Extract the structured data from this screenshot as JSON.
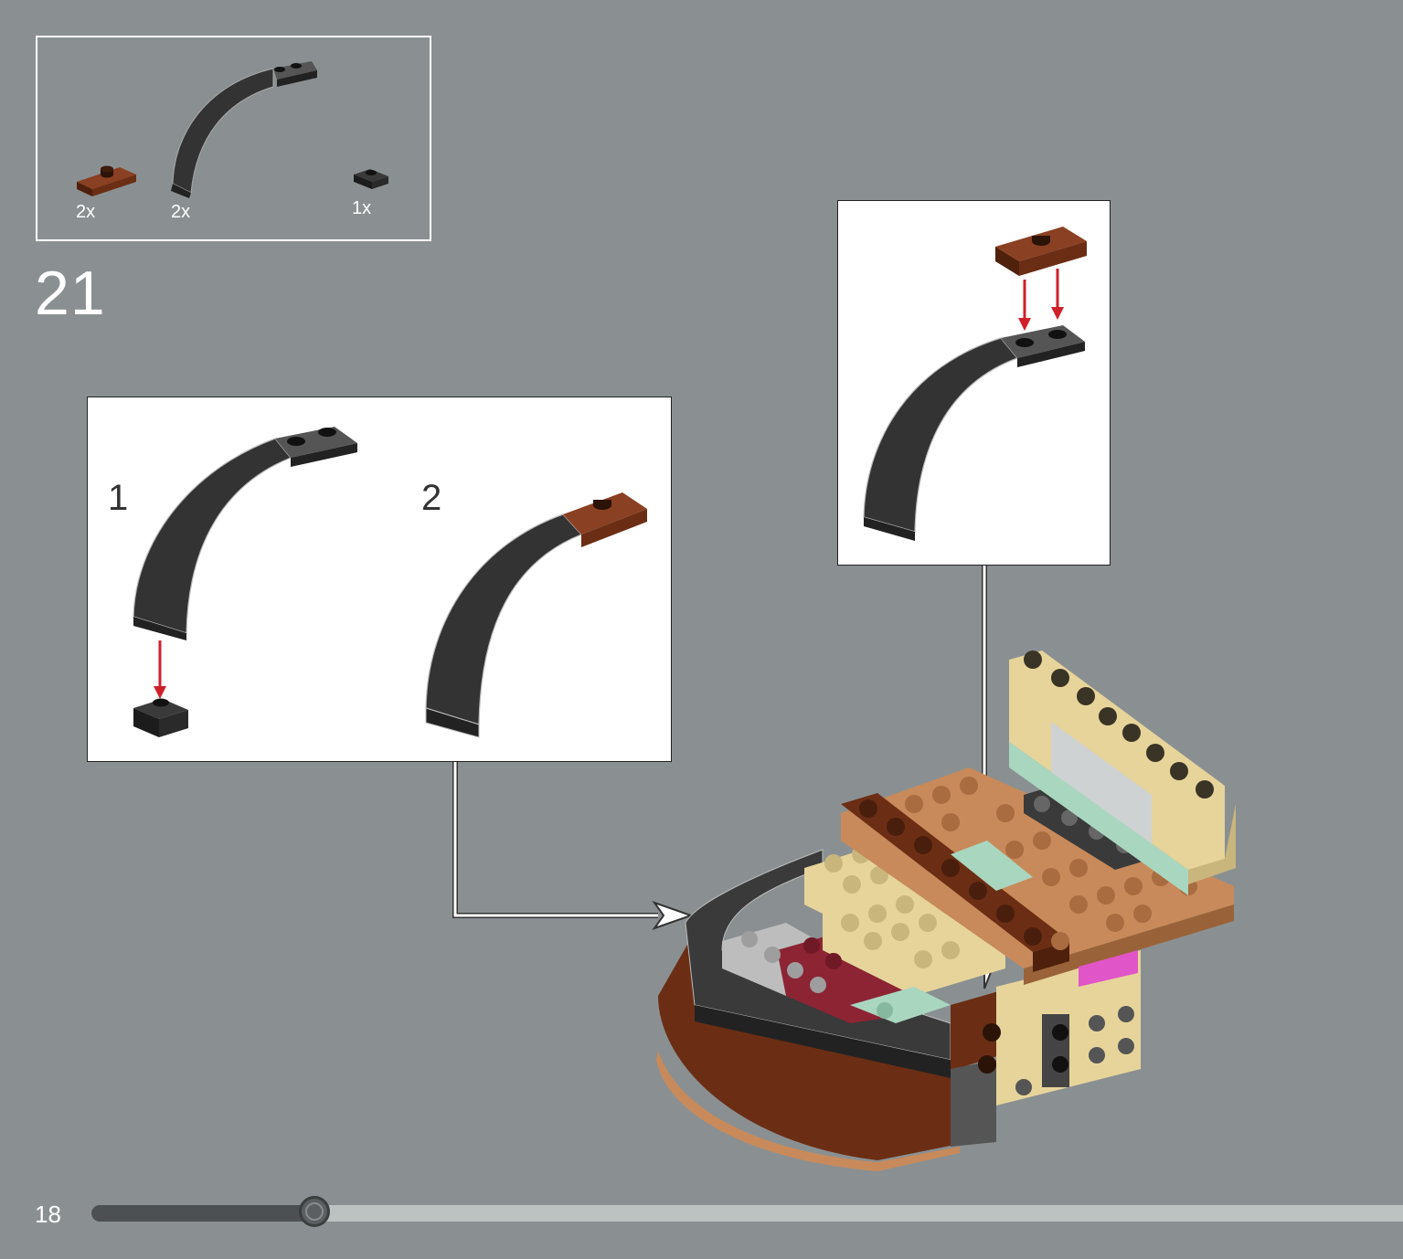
{
  "parts_list": {
    "items": [
      {
        "name": "brown-plate-1x2",
        "quantity": "2x",
        "color": "#6b2e14"
      },
      {
        "name": "black-arch-curve",
        "quantity": "2x",
        "color": "#333333"
      },
      {
        "name": "black-plate-1x1",
        "quantity": "1x",
        "color": "#2c2c2c"
      }
    ]
  },
  "step": {
    "number": "21"
  },
  "substep_panel": {
    "labels": [
      "1",
      "2"
    ]
  },
  "page": {
    "number": "18",
    "progress": 0.17
  },
  "colors": {
    "background": "#8a9092",
    "arrow_red": "#d0202a",
    "brick_black": "#333333",
    "brick_brown": "#6b2e14",
    "brick_tan": "#e6d49a",
    "brick_nougat": "#c88a5a",
    "brick_sand_green": "#a9d6bf",
    "brick_dark_red": "#8c2434"
  },
  "icons": [
    "callout-arrow-icon",
    "assembly-arrow-icon"
  ]
}
